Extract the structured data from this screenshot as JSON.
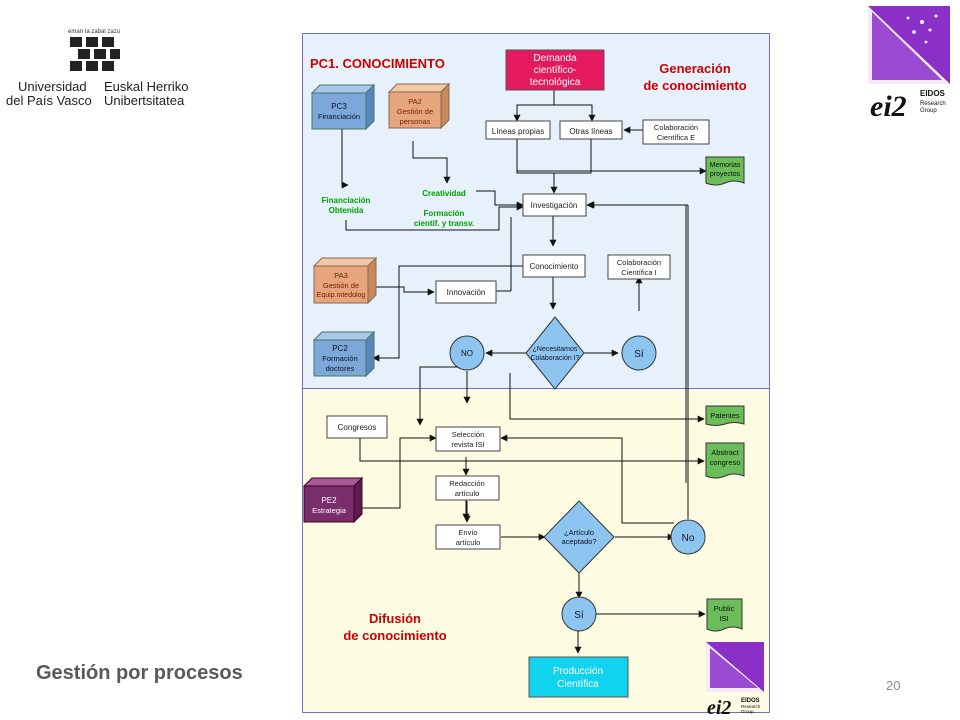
{
  "logos": {
    "university_motto": "eman ta zabal zazu",
    "university_es_1": "Universidad",
    "university_es_2": "del País Vasco",
    "university_eu_1": "Euskal Herriko",
    "university_eu_2": "Unibertsitatea",
    "eidos_mark": "ei2",
    "eidos_name": "EIDOS",
    "eidos_sub_1": "Research",
    "eidos_sub_2": "Group"
  },
  "footer": {
    "title": "Gestión por procesos",
    "page_number": "20"
  },
  "colors": {
    "top_section_bg": "#e6f1fb",
    "bottom_section_bg": "#fdfbe1",
    "border": "#6a72c8",
    "title_red": "#cc0000",
    "green_text": "#00a000",
    "blue_3d": "#7ba7d9",
    "orange_3d": "#e6a57c",
    "purple_3d": "#7a2d6b",
    "pink_box": "#e5195e",
    "cyan_box": "#12d3ef",
    "green_doc": "#6bbd5a",
    "decision_fill": "#8ec5f0"
  },
  "diagram": {
    "top_title": "PC1. CONOCIMIENTO",
    "gen_title_1": "Generación",
    "gen_title_2": "de conocimiento",
    "dif_title_1": "Difusión",
    "dif_title_2": "de conocimiento",
    "demanda": [
      "Demanda",
      "científico-",
      "tecnológica"
    ],
    "lineas_propias": "Líneas propias",
    "otras_lineas": "Otras líneas",
    "colab_e": [
      "Colaboración",
      "Científica E"
    ],
    "memorias": [
      "Memorias",
      "proyectos"
    ],
    "pc3": [
      "PC3",
      "Financiación"
    ],
    "pa2": [
      "PA2",
      "Gestión de",
      "personas"
    ],
    "creatividad": "Creatividad",
    "financiacion_obtenida": [
      "Financiación",
      "Obtenida"
    ],
    "formacion": [
      "Formación",
      "cientif. y transv."
    ],
    "investigacion": "Investigación",
    "conocimiento": "Conocimiento",
    "colab_i": [
      "Colaboración",
      "Científica I"
    ],
    "pa3": [
      "PA3",
      "Gestión de",
      "Equip.mtedolog"
    ],
    "innovacion": "Innovación",
    "pc2": [
      "PC2",
      "Formación",
      "doctores"
    ],
    "no_1": "NO",
    "necesitamos": [
      "¿Necesitamos",
      "Colaboración I?"
    ],
    "si_1": "Sí",
    "patentes": "Patentes",
    "congresos": "Congresos",
    "seleccion": [
      "Selección",
      "revista ISI"
    ],
    "abstract": [
      "Abstract",
      "congreso"
    ],
    "redaccion": [
      "Redacción",
      "artículo"
    ],
    "pe2": [
      "PE2",
      "Estrategia"
    ],
    "envio": [
      "Envío",
      "artículo"
    ],
    "aceptado": [
      "¿Artículo",
      "aceptado?"
    ],
    "no_2": "No",
    "si_2": "Sí",
    "public_isi": [
      "Public",
      "ISI"
    ],
    "produccion": [
      "Producción",
      "Científica"
    ]
  }
}
